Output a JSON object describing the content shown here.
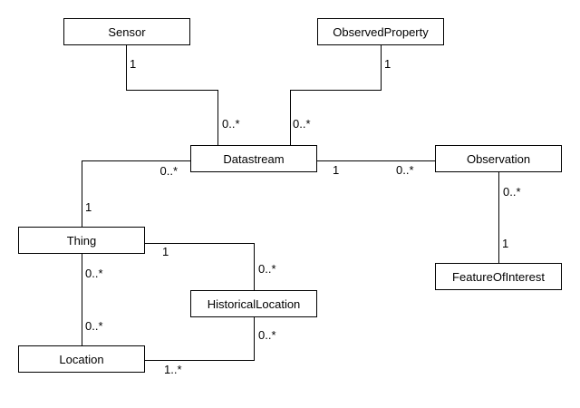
{
  "diagram": {
    "type": "uml-class-diagram",
    "colors": {
      "background": "#ffffff",
      "line": "#000000",
      "text": "#000000"
    }
  },
  "entities": [
    {
      "id": "sensor",
      "label": "Sensor"
    },
    {
      "id": "observed-property",
      "label": "ObservedProperty"
    },
    {
      "id": "datastream",
      "label": "Datastream"
    },
    {
      "id": "observation",
      "label": "Observation"
    },
    {
      "id": "thing",
      "label": "Thing"
    },
    {
      "id": "historical-location",
      "label": "HistoricalLocation"
    },
    {
      "id": "location",
      "label": "Location"
    },
    {
      "id": "feature-of-interest",
      "label": "FeatureOfInterest"
    }
  ],
  "relationships": [
    {
      "from": "Sensor",
      "to": "Datastream",
      "from_card": "1",
      "to_card": "0..*"
    },
    {
      "from": "ObservedProperty",
      "to": "Datastream",
      "from_card": "1",
      "to_card": "0..*"
    },
    {
      "from": "Datastream",
      "to": "Observation",
      "from_card": "1",
      "to_card": "0..*"
    },
    {
      "from": "Thing",
      "to": "Datastream",
      "from_card": "1",
      "to_card": "0..*"
    },
    {
      "from": "Observation",
      "to": "FeatureOfInterest",
      "from_card": "0..*",
      "to_card": "1"
    },
    {
      "from": "Thing",
      "to": "HistoricalLocation",
      "from_card": "1",
      "to_card": "0..*"
    },
    {
      "from": "Thing",
      "to": "Location",
      "from_card": "0..*",
      "to_card": "0..*"
    },
    {
      "from": "Location",
      "to": "HistoricalLocation",
      "from_card": "1..*",
      "to_card": "0..*"
    }
  ]
}
